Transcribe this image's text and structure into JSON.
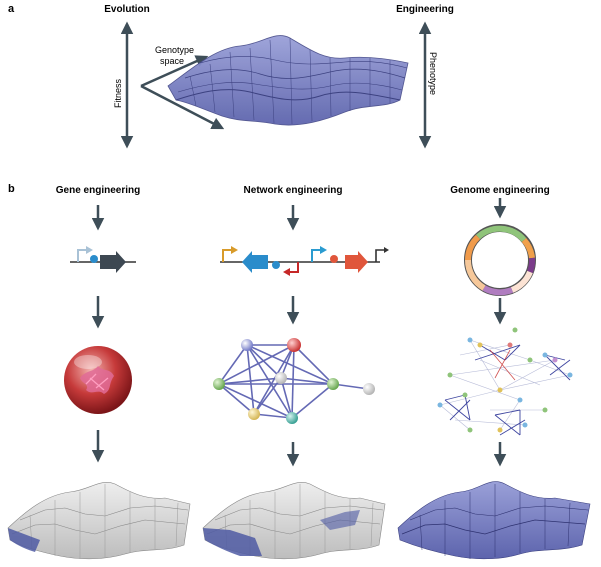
{
  "panel_a": {
    "letter": "a",
    "evolution": "Evolution",
    "engineering": "Engineering",
    "genotype_line1": "Genotype",
    "genotype_line2": "space",
    "fitness": "Fitness",
    "phenotype": "Phenotype"
  },
  "panel_b": {
    "letter": "b",
    "columns": [
      {
        "heading": "Gene engineering"
      },
      {
        "heading": "Network engineering"
      },
      {
        "heading": "Genome engineering"
      }
    ]
  },
  "colors": {
    "arrow": "#3e4e58",
    "landscape_blue": "#7e86c8",
    "landscape_grey": "#d9d9d9",
    "sphere_red": "#b3262c",
    "plasmid_green": "#8fc47a",
    "plasmid_orange": "#f0a04b",
    "plasmid_purple": "#9d5aa5"
  }
}
